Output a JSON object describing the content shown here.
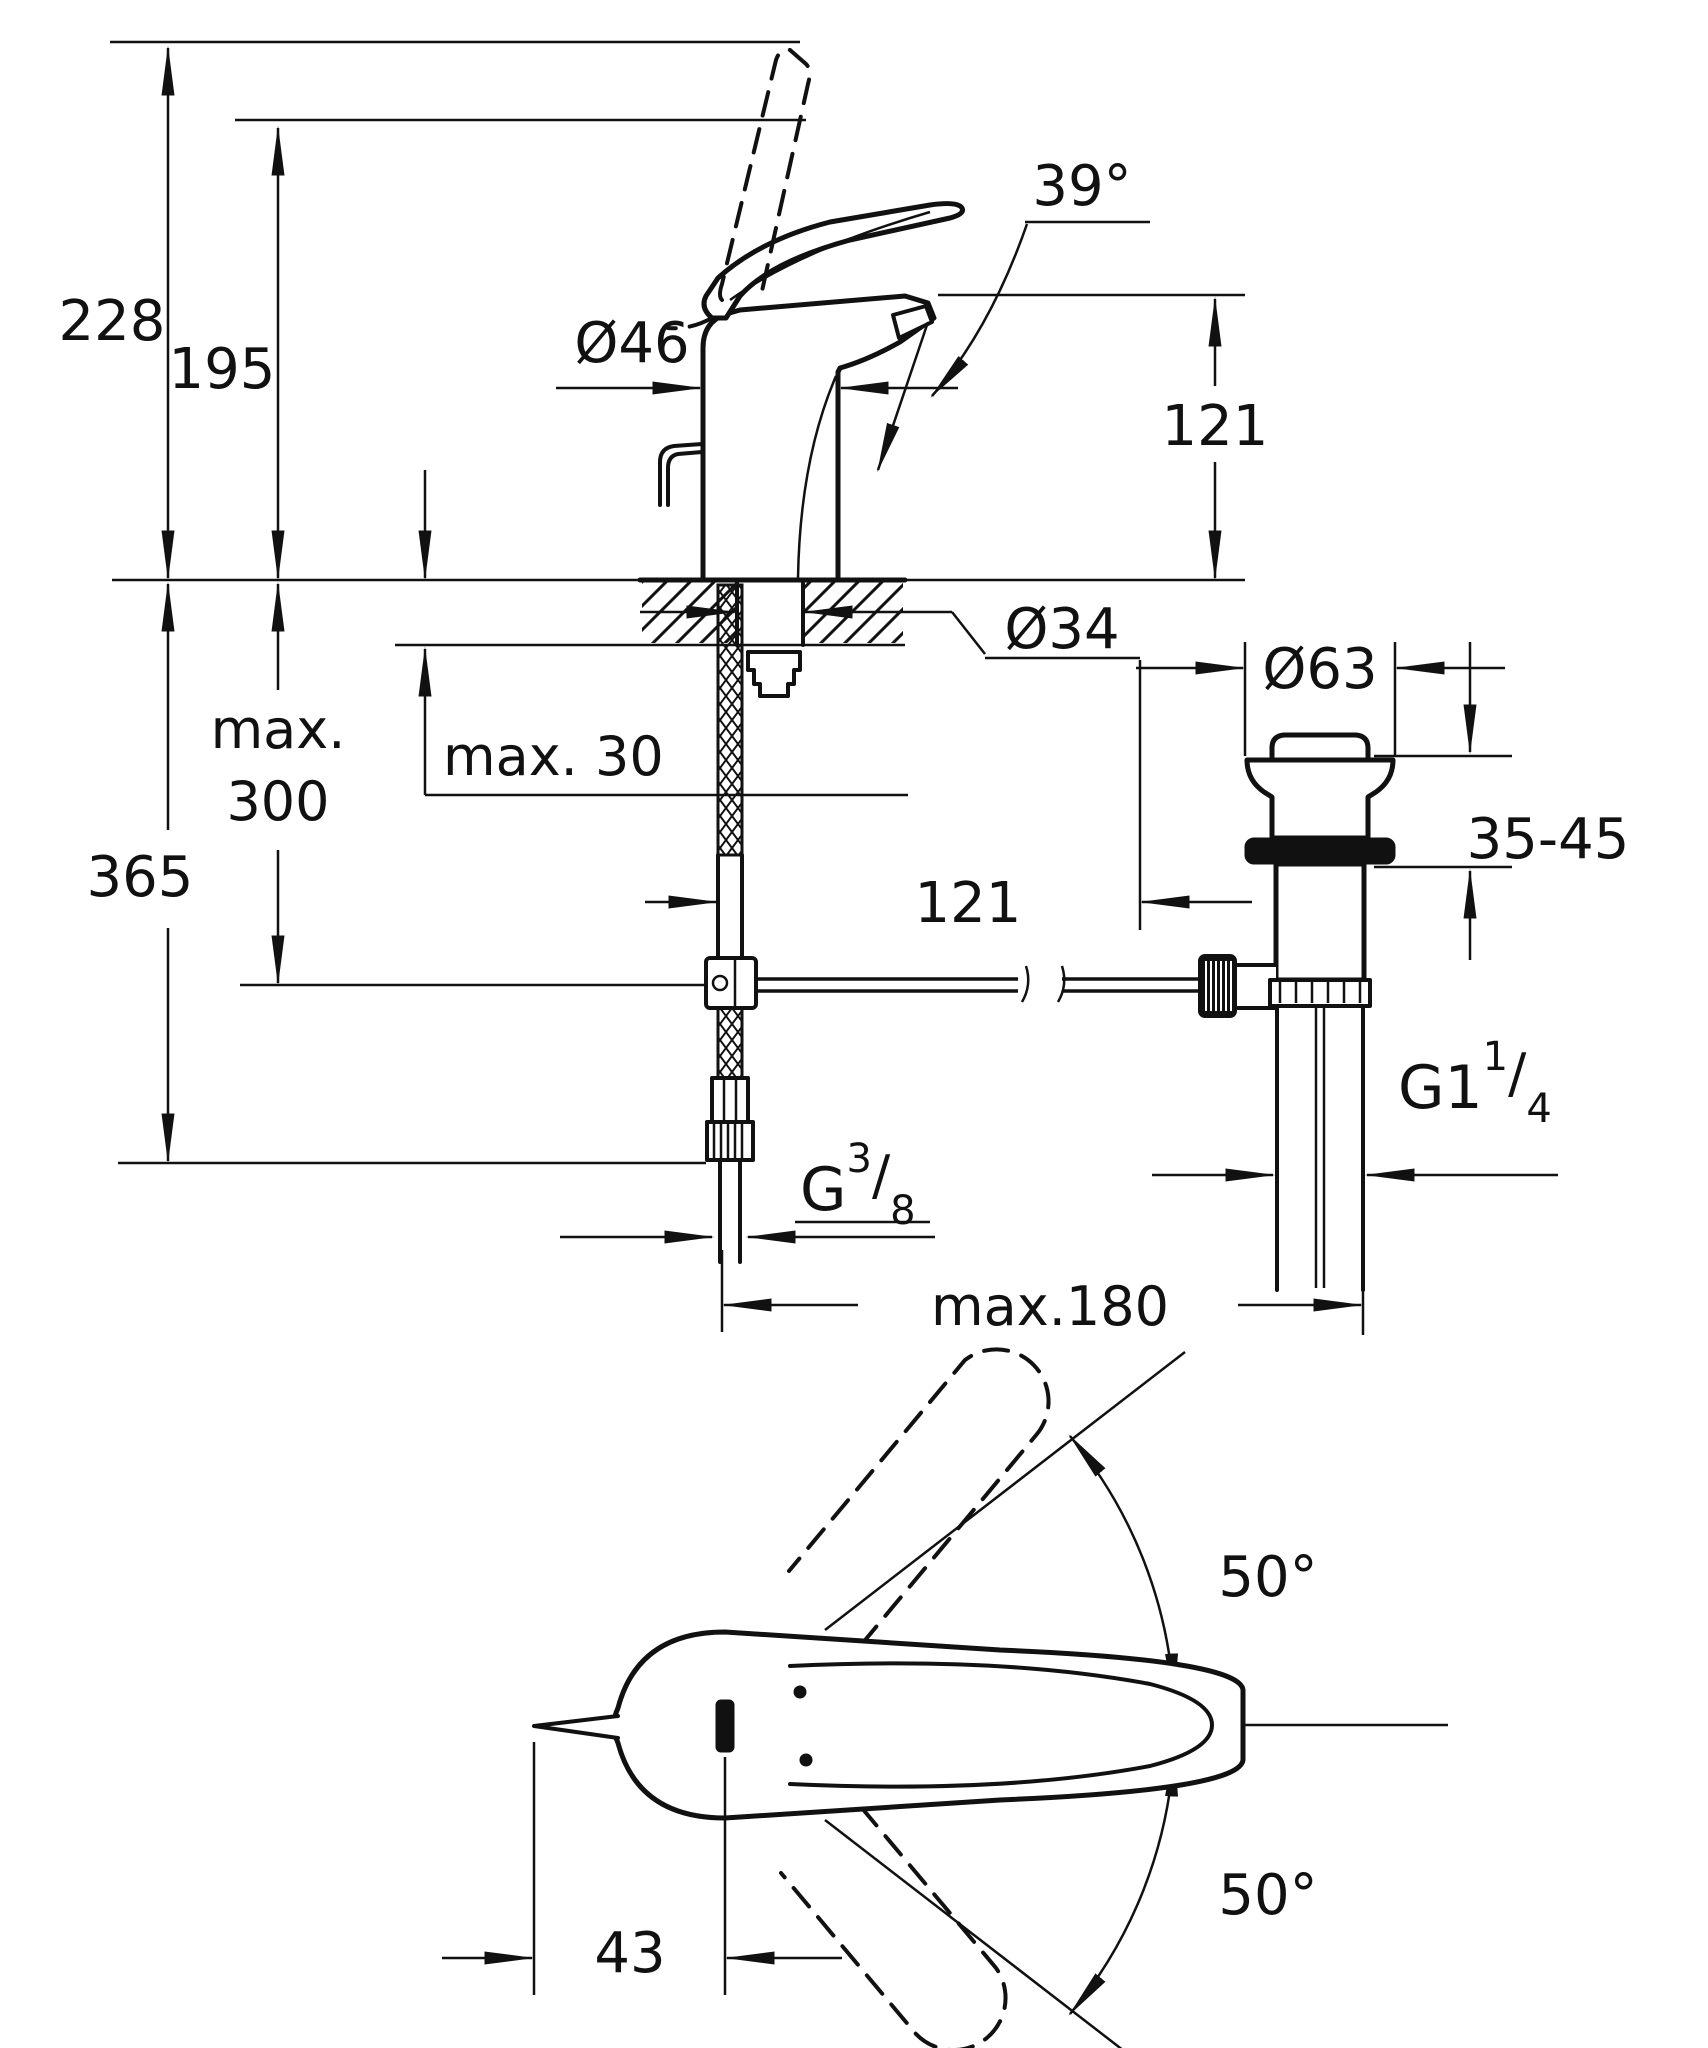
{
  "drawing": {
    "colors": {
      "line": "#111111",
      "background": "#ffffff"
    },
    "dims": {
      "total_height": "228",
      "body_height": "195",
      "body_diameter": "Ø46",
      "spray_angle": "39°",
      "spout_height": "121",
      "max_depth_word": "max.",
      "max_depth_value": "300",
      "deck_thickness": "max. 30",
      "hole_diameter": "Ø34",
      "below_deck_total": "365",
      "rod_offset": "121",
      "plug_diameter": "Ø63",
      "basin_edge_range": "35-45",
      "drain_thread_main": "G1",
      "drain_thread_sup": "1",
      "drain_thread_slash": "/",
      "drain_thread_sub": "4",
      "supply_thread_main": "G",
      "supply_thread_sup": "3",
      "supply_thread_slash": "/",
      "supply_thread_sub": "8",
      "hose_reach": "max.180",
      "handle_swivel_upper": "50°",
      "handle_swivel_lower": "50°",
      "lever_offset": "43"
    }
  }
}
